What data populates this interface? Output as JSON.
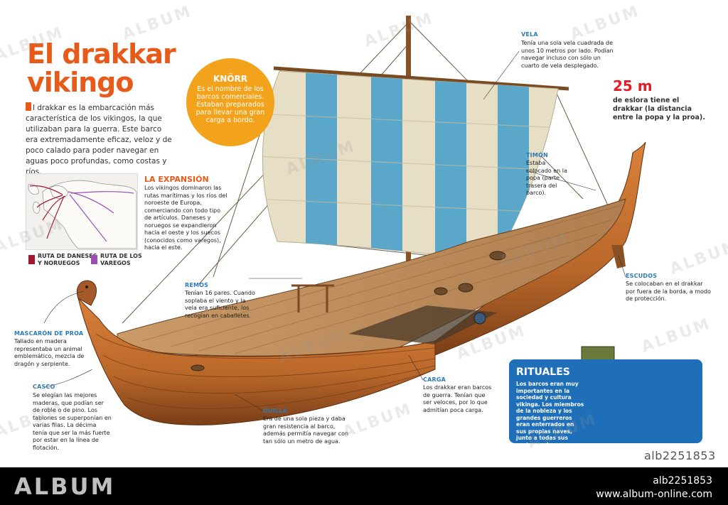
{
  "header": {
    "title_line1": "El drakkar",
    "title_line2": "vikingo",
    "intro": "l drakkar es la embarcación más característica de los vikingos, la que utilizaban para la guerra. Este barco era extremadamente eficaz, veloz y de poco calado para poder navegar en aguas poco profundas, como costas y ríos."
  },
  "expansion": {
    "title": "LA EXPANSIÓN",
    "text": "Los vikingos dominaron las rutas marítimas y los ríos del noroeste de Europa, comerciando con todo tipo de artículos. Daneses y noruegos se expandieron hacia el oeste y los suecos (conocidos como varegos), hacia el este."
  },
  "legend": {
    "item1_line1": "RUTA DE DANESES",
    "item1_line2": "Y NORUEGOS",
    "item2_line1": "RUTA DE LOS",
    "item2_line2": "VAREGOS",
    "item1_color": "#a3182e",
    "item2_color": "#9b4fb3"
  },
  "knorr": {
    "title": "KNÖRR",
    "text": "Es el nombre de los barcos comerciales. Estaban preparados para llevar una gran carga a bordo."
  },
  "labels": {
    "vela_title": "VELA",
    "vela_text": "Tenía una sola vela cuadrada de unos 10 metros por lado. Podían navegar incluso con sólo un cuarto de vela desplegado.",
    "timon_title": "TIMÓN",
    "timon_text": "Estaba colocado en la popa (parte trasera del barco).",
    "escudos_title": "ESCUDOS",
    "escudos_text": "Se colocaban en el drakkar por fuera de la borda, a modo de protección.",
    "remos_title": "REMOS",
    "remos_text": "Tenían 16 pares. Cuando soplaba el viento y la vela era suficiente, los recogían en caballetes.",
    "mascaron_title": "MASCARÓN DE PROA",
    "mascaron_text": "Tallado en madera representaba un animal emblemático, mezcla de dragón y serpiente.",
    "casco_title": "CASCO",
    "casco_text": "Se elegían las mejores maderas, que podían ser de roble o de pino. Los tablones se superponían en varias filas. La décima tenía que ser la más fuerte por estar en la línea de flotación.",
    "quilla_title": "QUILLA",
    "quilla_text": "Era de una sola pieza y daba gran resistencia al barco, además permitía navegar con tan sólo un metro de agua.",
    "carga_title": "CARGA",
    "carga_text": "Los drakkar eran barcos de guerra. Tenían que ser veloces, por lo que admitían poca carga."
  },
  "eslora": {
    "value": "25 m",
    "text": "de eslora tiene el drakkar (la distancia entre la popa y la proa)."
  },
  "rituales": {
    "title": "RITUALES",
    "text": "Los barcos eran muy importantes en la sociedad y cultura vikinga. Los miembros de la nobleza y los grandes guerreros eran enterrados en sus propias naves, junto a todas sus pertenencias."
  },
  "watermark": "ALBUM",
  "reference": "alb2251853",
  "footer": {
    "logo": "ALBUM",
    "id": "alb2251853",
    "url": "www.album-online.com"
  },
  "colors": {
    "accent_orange": "#e85a1a",
    "knorr_yellow": "#f3a21c",
    "label_blue": "#2a7ab8",
    "eslora_red": "#e01f2a",
    "rituales_blue": "#1f6fb8",
    "sail_blue": "#5aa7c9",
    "sail_cream": "#e6dfc6",
    "hull_wood": "#b9672a"
  }
}
